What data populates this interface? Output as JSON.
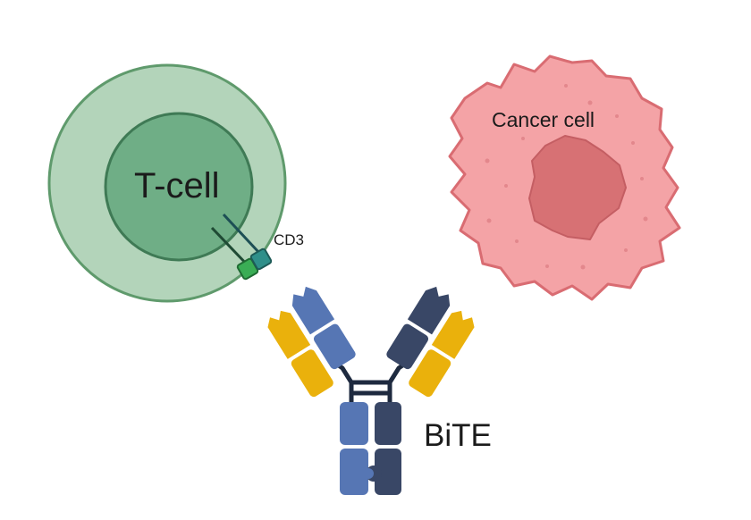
{
  "labels": {
    "tcell": "T-cell",
    "cd3": "CD3",
    "cancer": "Cancer cell",
    "bite": "BiTE"
  },
  "colors": {
    "tcell_outer": "#b3d4ba",
    "tcell_outer_stroke": "#5f9a6c",
    "tcell_nucleus": "#6fae86",
    "tcell_nucleus_stroke": "#3f7a55",
    "cd3_green": "#3aad55",
    "cd3_teal": "#2f8f8a",
    "cancer_body": "#f4a3a6",
    "cancer_stroke": "#d96c72",
    "cancer_nucleus": "#d77174",
    "antibody_blue": "#5676b4",
    "antibody_navy": "#394766",
    "antibody_yellow": "#eab10c",
    "linker": "#1e2a3f"
  }
}
